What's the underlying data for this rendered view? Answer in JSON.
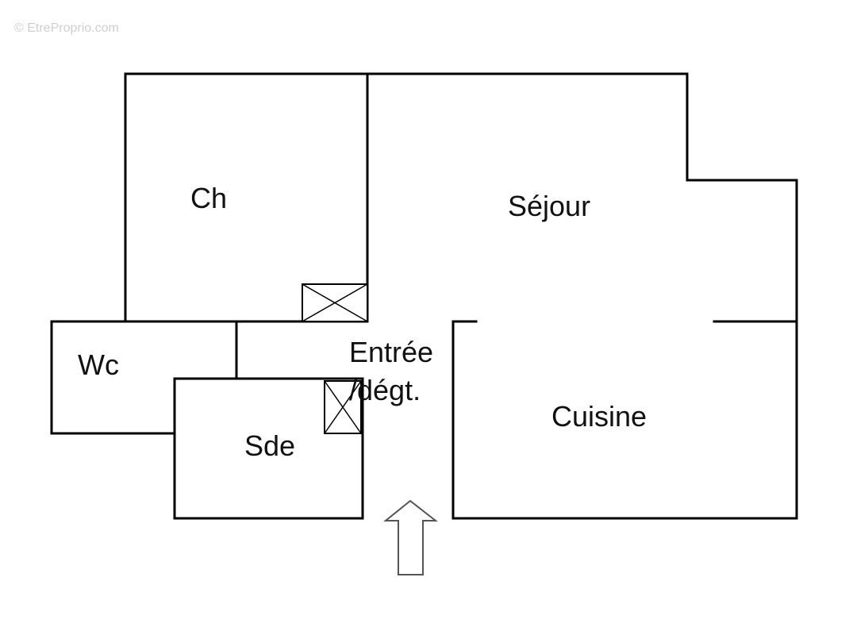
{
  "watermark": "© EtreProprio.com",
  "rooms": {
    "chambre": "Ch",
    "sejour": "Séjour",
    "wc": "Wc",
    "entree_line1": "Entrée",
    "entree_line2": "/dégt.",
    "salle_de_eau": "Sde",
    "cuisine": "Cuisine"
  },
  "icons": {
    "entrance": "arrow-up-icon",
    "closet": "closet-cross-icon"
  },
  "colors": {
    "walls": "#000000",
    "background": "#ffffff",
    "watermark": "#cfcfcf",
    "arrow_outline": "#555555"
  }
}
